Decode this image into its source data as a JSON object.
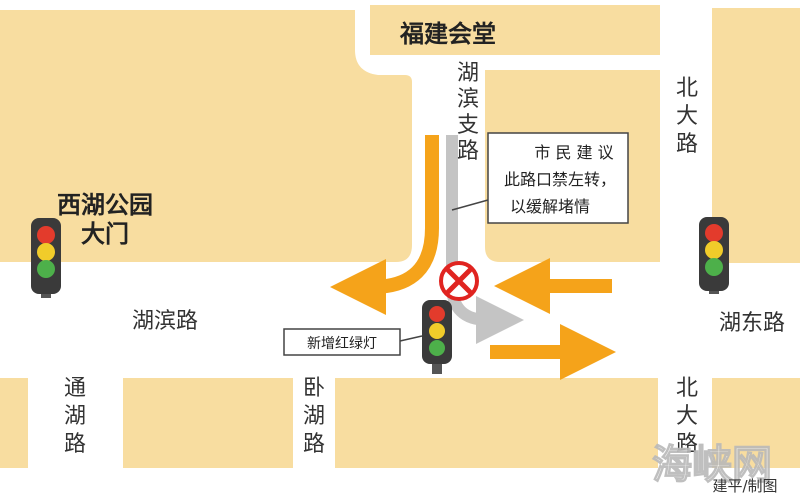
{
  "landmarks": {
    "fujian_hall": "福建会堂",
    "xihu_park_line1": "西湖公园",
    "xihu_park_line2": "大门"
  },
  "roads": {
    "hubin_branch": [
      "湖",
      "滨",
      "支",
      "路"
    ],
    "hubin_road": "湖滨路",
    "hudong_road": "湖东路",
    "beida_top": [
      "北",
      "大",
      "路"
    ],
    "beida_bottom": [
      "北",
      "大",
      "路"
    ],
    "tonghu": [
      "通",
      "湖",
      "路"
    ],
    "wohu": [
      "卧",
      "湖",
      "路"
    ]
  },
  "callout": {
    "lines": [
      "市 民 建 议",
      "此路口禁左转，",
      "以缓解堵情"
    ]
  },
  "new_light_label": "新增红绿灯",
  "credit": "建平/制图",
  "watermark": "海峡网",
  "colors": {
    "block": "#f8dda0",
    "road": "#ffffff",
    "arrow_orange": "#f5a31a",
    "arrow_gray": "#c4c4c4",
    "light_red": "#e33b2c",
    "light_yellow": "#f1cc2a",
    "light_green": "#4db04a",
    "no_left_turn": "#e02420"
  }
}
